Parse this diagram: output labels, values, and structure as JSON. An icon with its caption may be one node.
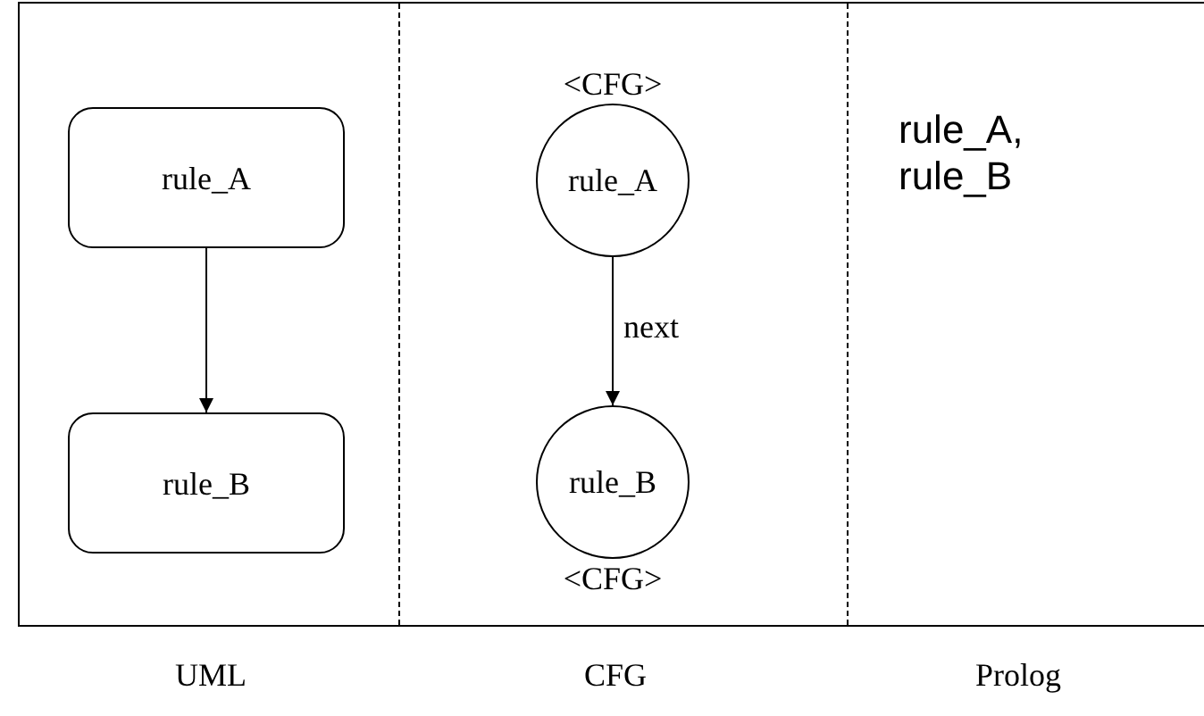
{
  "diagram": {
    "nodes": [
      {
        "text": [
          "rule_A"
        ]
      },
      {
        "text": [
          "rule_B"
        ]
      },
      {
        "text": [
          "<CFG>",
          "rule_A"
        ]
      },
      {
        "text": [
          "rule_B",
          "<CFG>"
        ]
      }
    ],
    "edges": [
      {
        "from": 0,
        "to": 1,
        "arrow": "to"
      },
      {
        "from": 2,
        "to": 3,
        "arrow": "to",
        "label": "next"
      }
    ],
    "labels": [
      "rule_A, rule_B",
      "UML",
      "CFG",
      "Prolog"
    ]
  }
}
